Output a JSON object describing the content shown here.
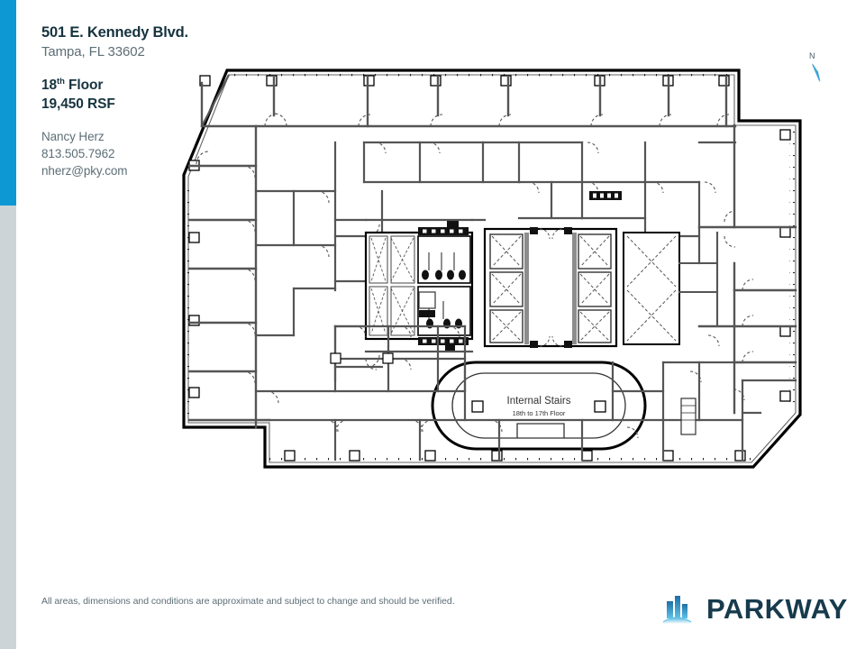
{
  "accent_color": "#0d98d4",
  "title_color": "#16333f",
  "muted_color": "#5d6e76",
  "header": {
    "address_line1": "501 E. Kennedy Blvd.",
    "address_line2": "Tampa, FL 33602",
    "floor_number": "18",
    "floor_ordinal": "th",
    "floor_word": " Floor",
    "rsf": "19,450 RSF"
  },
  "contact": {
    "name": "Nancy Herz",
    "phone": "813.505.7962",
    "email": "nherz@pky.com"
  },
  "compass": {
    "label": "N"
  },
  "floorplan": {
    "stairs_label": "Internal Stairs",
    "stairs_sublabel": "18th to 17th Floor"
  },
  "footer": {
    "disclaimer": "All areas, dimensions and conditions are approximate and subject to change and should be verified.",
    "logo_text": "PARKWAY"
  }
}
